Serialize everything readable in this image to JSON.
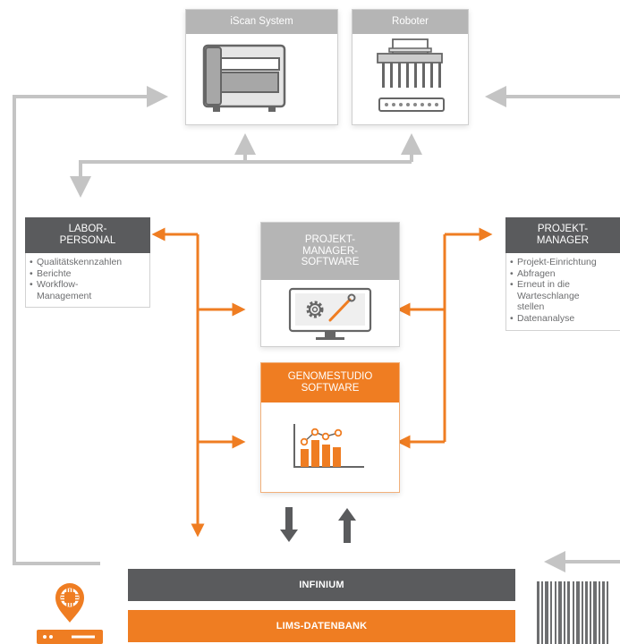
{
  "devices": {
    "iscan": {
      "label": "iScan System",
      "icon": "scanner-icon"
    },
    "robot": {
      "label": "Roboter",
      "icon": "pipetting-robot-icon"
    }
  },
  "roles": {
    "lab_staff": {
      "title": "LABOR-\nPERSONAL",
      "items": [
        "Qualitätskennzahlen",
        "Berichte",
        "Workflow-\nManagement"
      ]
    },
    "project_manager": {
      "title": "PROJEKT-\nMANAGER",
      "items": [
        "Projekt-Einrichtung",
        "Abfragen",
        "Erneut in die\nWarteschlange\nstellen",
        "Datenanalyse"
      ]
    }
  },
  "software": {
    "pm_software": {
      "title": "PROJEKT-\nMANAGER-\nSOFTWARE",
      "icon": "monitor-settings-icon"
    },
    "genomestudio": {
      "title": "GENOMESTUDIO\nSOFTWARE",
      "icon": "bar-chart-icon"
    }
  },
  "databases": {
    "infinium": "INFINIUM",
    "lims": "LIMS-DATENBANK"
  },
  "icons": {
    "server": "server-chip-icon",
    "barcode": "barcode-icon"
  },
  "colors": {
    "orange": "#ef7d22",
    "dark_gray": "#5a5b5d",
    "mid_gray": "#b5b5b5",
    "arrow_gray": "#c4c4c4",
    "text_gray": "#6d6e70"
  }
}
